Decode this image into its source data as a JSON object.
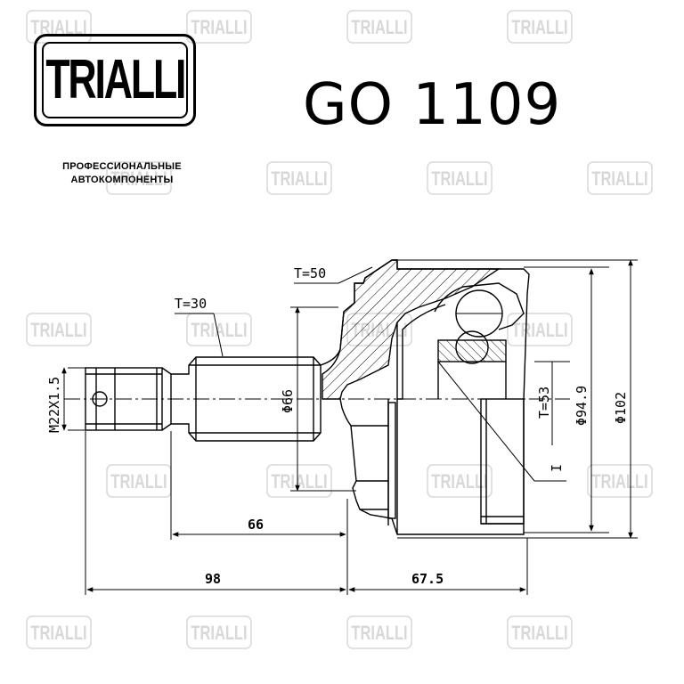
{
  "brand": {
    "logo": "TRIALLI",
    "tagline_line1": "ПРОФЕССИОНАЛЬНЫЕ",
    "tagline_line2": "АВТОКОМПОНЕНТЫ"
  },
  "product": {
    "part_number": "GO 1109"
  },
  "dimensions": {
    "thread": "M22X1.5",
    "shaft_teeth": "T=30",
    "housing_teeth": "T=50",
    "abs_teeth": "T=53",
    "shaft_diameter": "Φ66",
    "inner_diameter": "Φ94.9",
    "outer_diameter": "Φ102",
    "shaft_length": "66",
    "total_shaft_length": "98",
    "housing_length": "67.5",
    "marker": "I"
  },
  "colors": {
    "line": "#000000",
    "watermark": "#d8d8d8"
  }
}
